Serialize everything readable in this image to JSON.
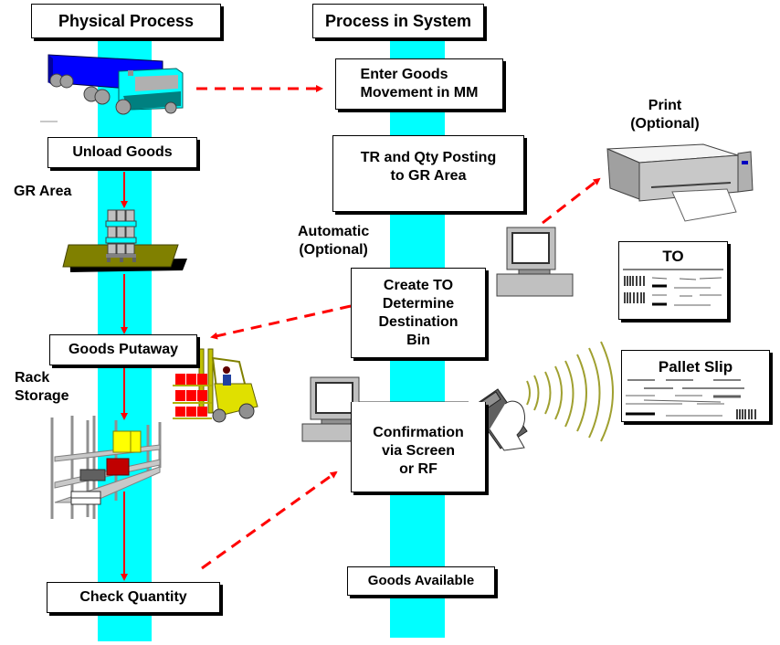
{
  "columns": {
    "physical": {
      "title": "Physical Process"
    },
    "system": {
      "title": "Process in System"
    }
  },
  "physical_steps": {
    "unload": "Unload Goods",
    "putaway": "Goods Putaway",
    "check": "Check Quantity"
  },
  "physical_labels": {
    "gr_area": "GR Area",
    "rack_line1": "Rack",
    "rack_line2": "Storage"
  },
  "system_steps": {
    "enter_line1": "Enter Goods",
    "enter_line2": "Movement in MM",
    "tr_line1": "TR and Qty Posting",
    "tr_line2": "to GR Area",
    "create_line1": "Create TO",
    "create_line2": "Determine",
    "create_line3": "Destination",
    "create_line4": "Bin",
    "confirm_line1": "Confirmation",
    "confirm_line2": "via Screen",
    "confirm_line3": "or RF",
    "available": "Goods Available"
  },
  "annotations": {
    "auto_line1": "Automatic",
    "auto_line2": "(Optional)",
    "print_line1": "Print",
    "print_line2": "(Optional)"
  },
  "documents": {
    "to": {
      "title": "TO"
    },
    "pallet_slip": {
      "title": "Pallet Slip"
    }
  },
  "icons": [
    "truck-icon",
    "pallet-icon",
    "forklift-icon",
    "rack-icon",
    "computer-icon",
    "printer-icon",
    "rf-scanner-icon",
    "radio-waves-icon",
    "barcode-icon"
  ],
  "colors": {
    "lane": "#00ffff",
    "arrow": "#ff0000",
    "platform": "#808000",
    "wave": "#a0a030"
  }
}
